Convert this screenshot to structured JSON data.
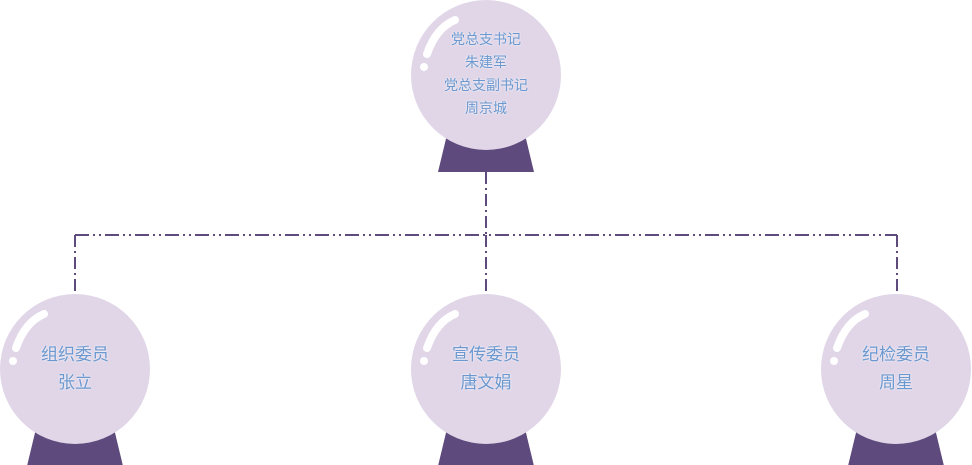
{
  "colors": {
    "globe": "#e0d6e8",
    "base": "#5e4a7d",
    "line": "#5e4a7d",
    "text": "#6a98cf"
  },
  "nodes": {
    "top": {
      "lines": [
        "党总支书记",
        "朱建军",
        "党总支副书记",
        "周京城"
      ]
    },
    "left": {
      "lines": [
        "组织委员",
        "张立"
      ]
    },
    "middle": {
      "lines": [
        "宣传委员",
        "唐文娟"
      ]
    },
    "right": {
      "lines": [
        "纪检委员",
        "周星"
      ]
    }
  }
}
